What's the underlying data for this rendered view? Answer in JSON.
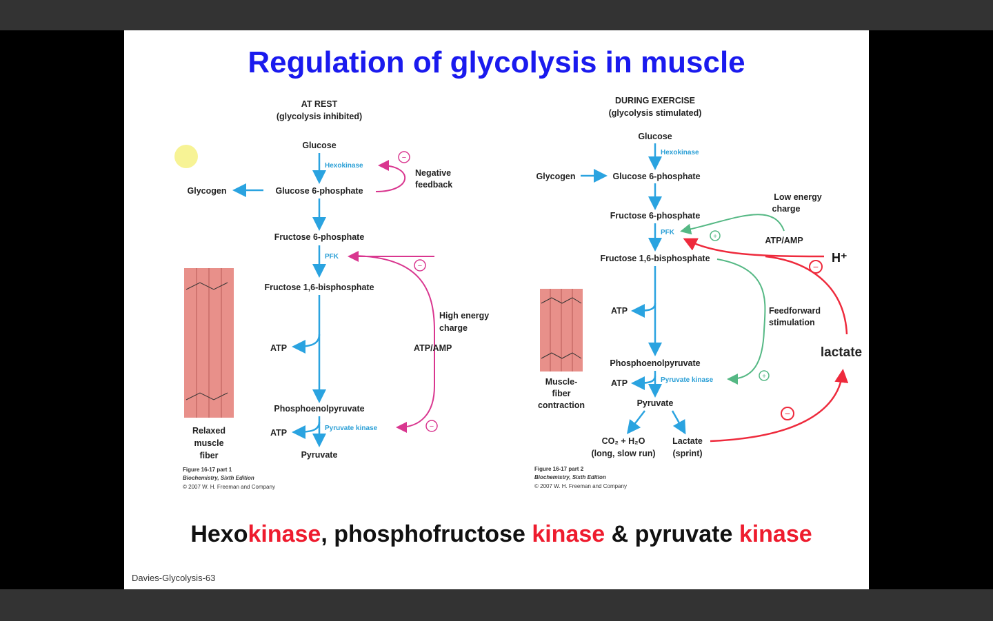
{
  "slide": {
    "title": "Regulation of glycolysis in muscle",
    "subtitle_parts": [
      {
        "text": "Hexo",
        "color": "#111111"
      },
      {
        "text": "kinase",
        "color": "#ee1c2e"
      },
      {
        "text": ", phosphofructose ",
        "color": "#111111"
      },
      {
        "text": "kinase",
        "color": "#ee1c2e"
      },
      {
        "text": " & pyruvate ",
        "color": "#111111"
      },
      {
        "text": "kinase",
        "color": "#ee1c2e"
      }
    ],
    "footer": "Davies-Glycolysis-63",
    "title_color": "#1a1aee"
  },
  "rest": {
    "heading": "AT REST",
    "heading2": "(glycolysis inhibited)",
    "glucose": "Glucose",
    "hexokinase": "Hexokinase",
    "negative_feedback": "Negative",
    "negative_feedback2": "feedback",
    "glycogen": "Glycogen",
    "g6p": "Glucose 6-phosphate",
    "f6p": "Fructose 6-phosphate",
    "pfk": "PFK",
    "f16bp": "Fructose 1,6-bisphosphate",
    "atp1": "ATP",
    "high_energy": "High energy",
    "high_energy2": "charge",
    "atp_amp": "ATP/AMP",
    "pep": "Phosphoenolpyruvate",
    "atp2": "ATP",
    "pyruvate_kinase": "Pyruvate kinase",
    "pyruvate": "Pyruvate",
    "fiber_label": [
      "Relaxed",
      "muscle",
      "fiber"
    ],
    "credit": [
      "Figure 16-17 part 1",
      "Biochemistry, Sixth Edition",
      "© 2007 W. H. Freeman and Company"
    ]
  },
  "exercise": {
    "heading": "DURING EXERCISE",
    "heading2": "(glycolysis stimulated)",
    "glucose": "Glucose",
    "hexokinase": "Hexokinase",
    "glycogen": "Glycogen",
    "g6p": "Glucose 6-phosphate",
    "f6p": "Fructose 6-phosphate",
    "low_energy": "Low energy",
    "low_energy2": "charge",
    "pfk": "PFK",
    "atp_amp": "ATP/AMP",
    "h_plus": "H⁺",
    "f16bp": "Fructose 1,6-bisphosphate",
    "atp1": "ATP",
    "feedforward": "Feedforward",
    "feedforward2": "stimulation",
    "lactate_big": "lactate",
    "pep": "Phosphoenolpyruvate",
    "atp2": "ATP",
    "pyruvate_kinase": "Pyruvate kinase",
    "pyruvate": "Pyruvate",
    "co2": "CO₂ + H₂O",
    "co2_note": "(long, slow run)",
    "lactate": "Lactate",
    "lactate_note": "(sprint)",
    "fiber_label": [
      "Muscle-",
      "fiber",
      "contraction"
    ],
    "credit": [
      "Figure 16-17 part 2",
      "Biochemistry, Sixth Edition",
      "© 2007 W. H. Freeman and Company"
    ]
  },
  "colors": {
    "inhibit": "#d9368f",
    "stimulate": "#55b884",
    "lactate_inhibit": "#ee2a3c",
    "pathway": "#2aa3e0",
    "fiber": "#e8908a"
  }
}
